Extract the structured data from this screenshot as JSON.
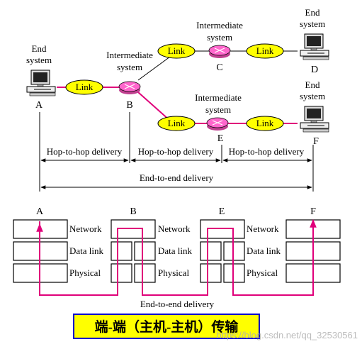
{
  "topology": {
    "end_system_label": [
      "End",
      "system"
    ],
    "intermediate_label": [
      "Intermediate",
      "system"
    ],
    "link_label": "Link",
    "nodes": {
      "A": "A",
      "B": "B",
      "C": "C",
      "D": "D",
      "E": "E",
      "F": "F"
    }
  },
  "delivery": {
    "hop_to_hop": "Hop-to-hop delivery",
    "end_to_end": "End-to-end delivery"
  },
  "stack": {
    "columns": [
      "A",
      "B",
      "E",
      "F"
    ],
    "layers": [
      "Network",
      "Data link",
      "Physical"
    ],
    "path_label": "End-to-end delivery"
  },
  "caption": {
    "title": "端-端（主机-主机）传输",
    "watermark": "https://blog.csdn.net/qq_32530561"
  },
  "colors": {
    "link_fill": "#ffff00",
    "router_fill": "#ff66cc",
    "path_color": "#e0007a",
    "banner_fill": "#ffff00",
    "banner_border": "#0000cc"
  }
}
